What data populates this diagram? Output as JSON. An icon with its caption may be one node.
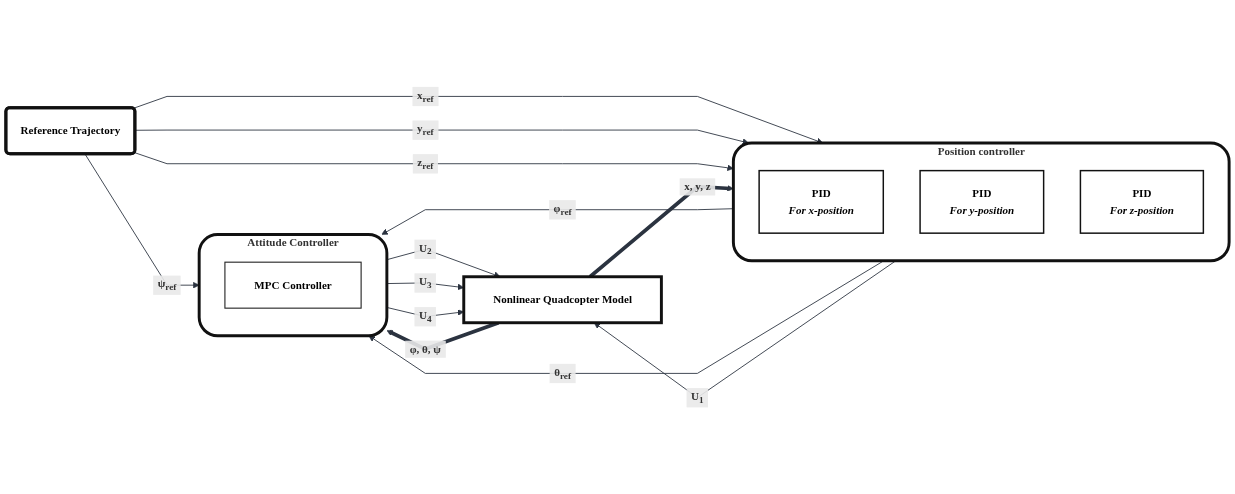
{
  "diagram": {
    "nodes": [
      {
        "text": [
          "Reference Trajectory"
        ]
      },
      {
        "text": [
          "Position controller"
        ]
      },
      {
        "text": [
          "PID",
          "For x-position"
        ],
        "in": 1
      },
      {
        "text": [
          "PID",
          "For y-position"
        ],
        "in": 1
      },
      {
        "text": [
          "PID",
          "For z-position"
        ],
        "in": 1
      },
      {
        "text": [
          "Attitude Controller"
        ]
      },
      {
        "text": [
          "MPC Controller"
        ],
        "in": 5
      },
      {
        "text": [
          "Nonlinear Quadcopter Model"
        ]
      }
    ],
    "edges": [
      {
        "from": 0,
        "to": 1,
        "arrow": "to",
        "label": "x$_{ref}$"
      },
      {
        "from": 0,
        "to": 1,
        "arrow": "to",
        "label": "y$_{ref}$"
      },
      {
        "from": 0,
        "to": 1,
        "arrow": "to",
        "label": "z$_{ref}$"
      },
      {
        "from": 0,
        "to": 5,
        "arrow": "to",
        "label": "ψ$_{ref}$"
      },
      {
        "from": 1,
        "to": 5,
        "arrow": "to",
        "label": "φ$_{ref}$"
      },
      {
        "from": 1,
        "to": 5,
        "arrow": "to",
        "label": "θ$_{ref}$"
      },
      {
        "from": 5,
        "to": 7,
        "arrow": "to",
        "label": "U$_{2}$"
      },
      {
        "from": 5,
        "to": 7,
        "arrow": "to",
        "label": "U$_{3}$"
      },
      {
        "from": 5,
        "to": 7,
        "arrow": "to",
        "label": "U$_{4}$"
      },
      {
        "from": 1,
        "to": 7,
        "arrow": "to",
        "label": "U$_{1}$"
      },
      {
        "from": 7,
        "to": 1,
        "arrow": "to",
        "label": "x, y, z",
        "style": "thick"
      },
      {
        "from": 7,
        "to": 5,
        "arrow": "to",
        "label": "φ, θ, ψ",
        "style": "thick"
      }
    ]
  }
}
